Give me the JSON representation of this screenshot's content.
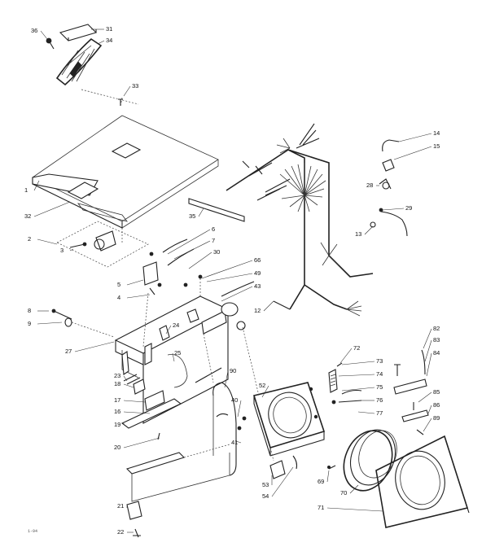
{
  "diagram": {
    "part_labels": [
      "36",
      "31",
      "34",
      "33",
      "1",
      "32",
      "35",
      "2",
      "3",
      "6",
      "7",
      "5",
      "4",
      "30",
      "66",
      "49",
      "43",
      "8",
      "9",
      "27",
      "24",
      "25",
      "23",
      "18",
      "17",
      "16",
      "19",
      "20",
      "90",
      "40",
      "41",
      "52",
      "12",
      "14",
      "15",
      "28",
      "29",
      "13",
      "72",
      "73",
      "74",
      "75",
      "76",
      "77",
      "82",
      "83",
      "84",
      "85",
      "86",
      "89",
      "21",
      "22",
      "53",
      "54",
      "69",
      "70",
      "71"
    ],
    "footer_code": "1-94"
  }
}
